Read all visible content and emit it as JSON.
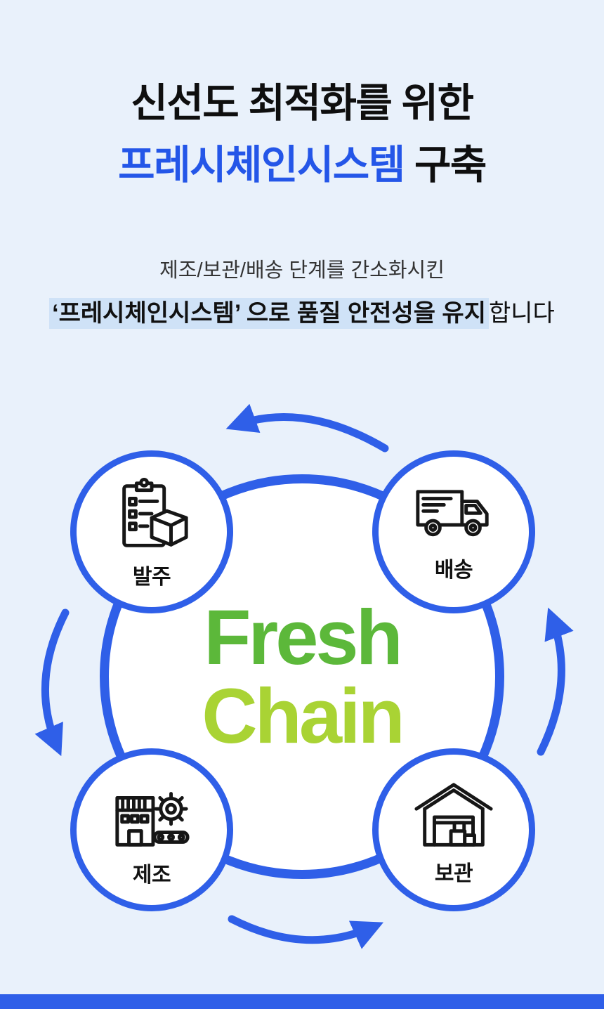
{
  "theme": {
    "bg": "#e9f1fb",
    "blue": "#2f5fe8",
    "title-blue": "#2456e8",
    "highlight": "#cfe2f7",
    "ink": "#0f0f0f",
    "green-fresh": "#5cb83a",
    "green-chain": "#a9d334",
    "icon-ink": "#161616"
  },
  "header": {
    "title_line1": "신선도 최적화를 위한",
    "title_keyword": "프레시체인시스템",
    "title_suffix": " 구축",
    "subtitle_line1": "제조/보관/배송 단계를 간소화시킨",
    "subtitle_bold": "‘프레시체인시스템’ 으로 품질 안전성을 유지",
    "subtitle_suffix": "합니다"
  },
  "diagram": {
    "brand_line1": "Fresh",
    "brand_line2": "Chain",
    "cycle_direction": "counterclockwise",
    "nodes": [
      {
        "id": "order",
        "label": "발주",
        "icon": "clipboard-order-icon",
        "position": "top-left"
      },
      {
        "id": "delivery",
        "label": "배송",
        "icon": "delivery-truck-icon",
        "position": "top-right"
      },
      {
        "id": "manufacture",
        "label": "제조",
        "icon": "factory-icon",
        "position": "bottom-left"
      },
      {
        "id": "storage",
        "label": "보관",
        "icon": "warehouse-icon",
        "position": "bottom-right"
      }
    ]
  }
}
